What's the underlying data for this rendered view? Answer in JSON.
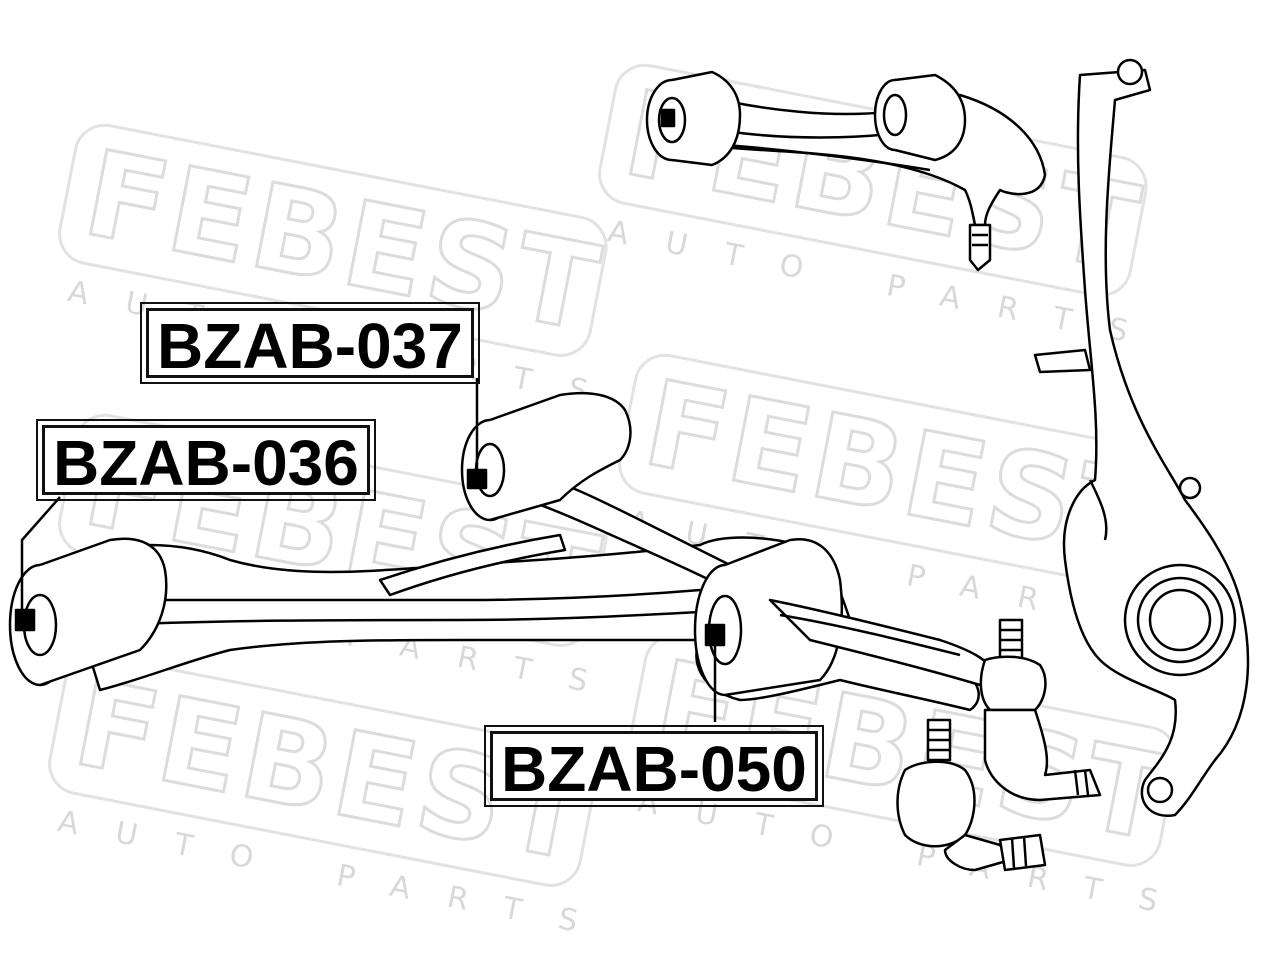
{
  "watermark": {
    "brand": "FEBEST",
    "tagline": "AUTO PARTS"
  },
  "callouts": [
    {
      "label": "BZAB-037"
    },
    {
      "label": "BZAB-036"
    },
    {
      "label": "BZAB-050"
    }
  ],
  "colors": {
    "line": "#000000",
    "watermark": "#dcdcdc",
    "background": "#ffffff"
  }
}
